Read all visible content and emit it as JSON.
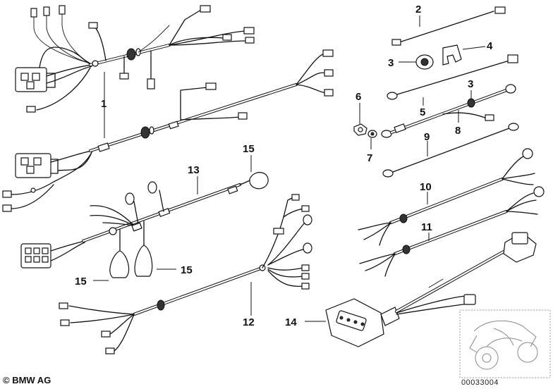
{
  "diagram": {
    "callouts": [
      "1",
      "2",
      "3",
      "3",
      "4",
      "5",
      "6",
      "7",
      "8",
      "9",
      "10",
      "11",
      "12",
      "13",
      "14",
      "15",
      "15",
      "15"
    ],
    "copyright": "© BMW AG",
    "document_number": "00033004"
  }
}
